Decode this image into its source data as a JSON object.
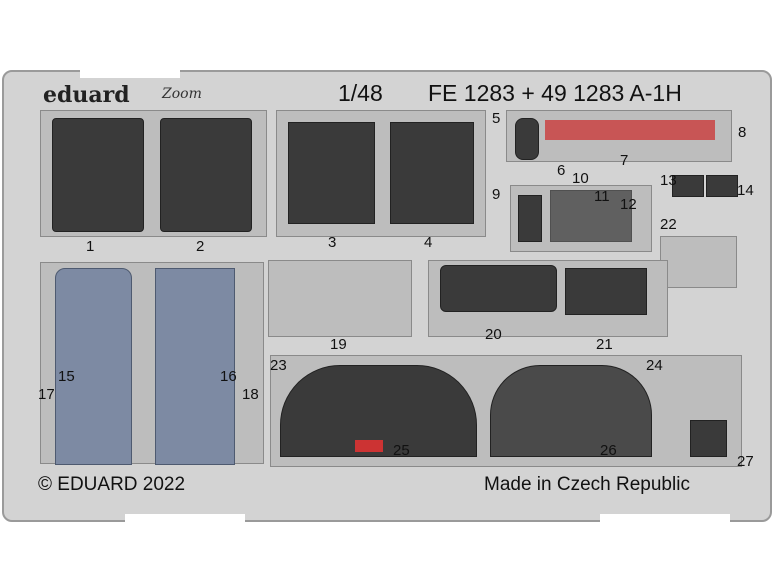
{
  "header": {
    "brand": "eduard",
    "sub_brand": "Zoom",
    "scale": "1/48",
    "product_code": "FE 1283 + 49 1283 A-1H"
  },
  "footer": {
    "copyright": "© EDUARD 2022",
    "origin": "Made in Czech Republic"
  },
  "part_numbers": [
    "1",
    "2",
    "3",
    "4",
    "5",
    "6",
    "7",
    "8",
    "9",
    "10",
    "11",
    "12",
    "13",
    "14",
    "15",
    "16",
    "17",
    "18",
    "19",
    "20",
    "21",
    "22",
    "23",
    "24",
    "25",
    "26",
    "27"
  ],
  "colors": {
    "fret": "#d3d3d3",
    "part": "#3a3a3a",
    "blue": "#7d8aa3",
    "red": "#cc3333"
  }
}
